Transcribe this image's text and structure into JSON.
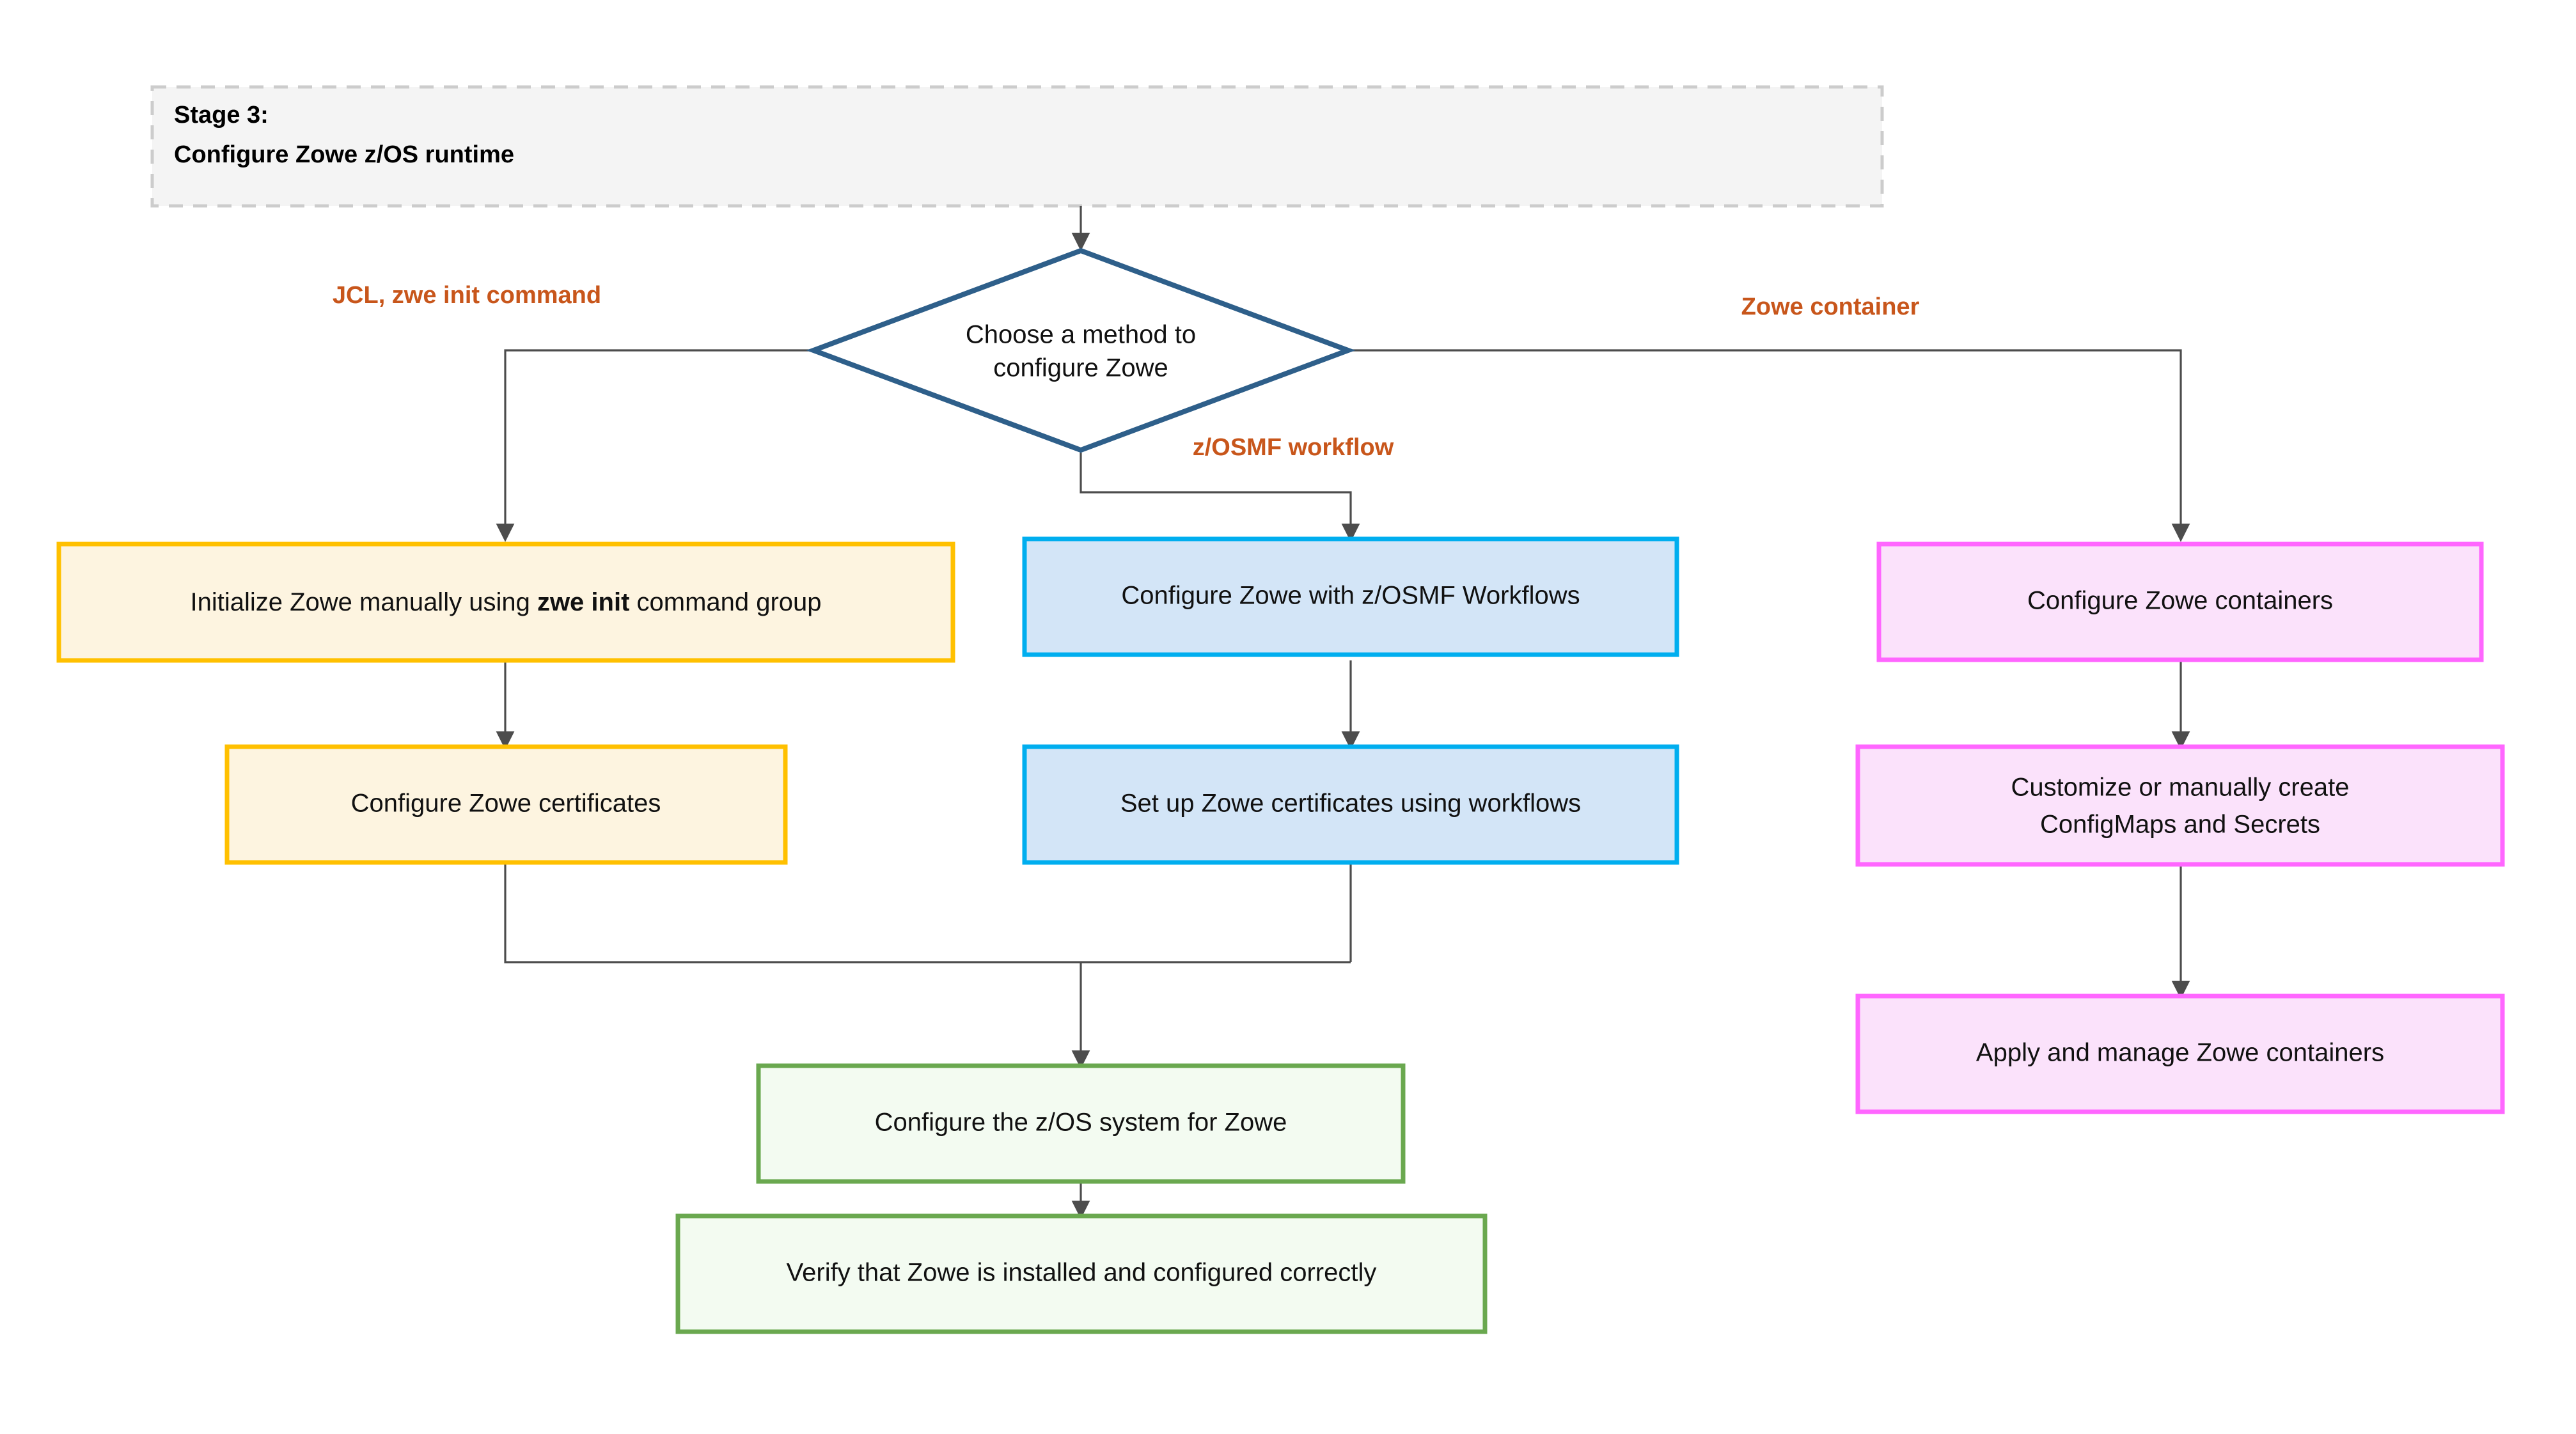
{
  "diagram": {
    "title_block": {
      "line1": "Stage 3:",
      "line2": "Configure Zowe z/OS runtime",
      "fill": "#F4F4F4",
      "border": "#CCCCCC"
    },
    "decision": {
      "line1": "Choose a method to",
      "line2": "configure Zowe",
      "border": "#2E5F8A",
      "fill": "#FFFFFF"
    },
    "edge_labels": {
      "left": "JCL, zwe init command",
      "middle": "z/OSMF workflow",
      "right": "Zowe container",
      "color": "#C8561B"
    },
    "colors": {
      "yellow_border": "#FFC000",
      "yellow_fill": "#FDF4E0",
      "blue_border": "#00AEEF",
      "blue_fill": "#D3E5F7",
      "pink_border": "#FF66FF",
      "pink_fill": "#FBE2FB",
      "green_border": "#6AA84F",
      "green_fill": "#F3FBF1",
      "connector": "#4D4D4D"
    },
    "nodes": {
      "jcl_init": {
        "text_pre": "Initialize Zowe manually using ",
        "text_bold": "zwe init",
        "text_post": " command group"
      },
      "jcl_certs": {
        "line1": "Configure Zowe certificates"
      },
      "wf_configure": {
        "line1": "Configure Zowe with z/OSMF Workflows"
      },
      "wf_certs": {
        "line1": "Set up Zowe certificates using workflows"
      },
      "container_configure": {
        "line1": "Configure Zowe containers"
      },
      "container_configmaps": {
        "line1": "Customize or manually create",
        "line2": "ConfigMaps and Secrets"
      },
      "container_apply": {
        "line1": "Apply and manage Zowe containers"
      },
      "zos_system": {
        "line1": "Configure the z/OS system for Zowe"
      },
      "verify": {
        "line1": "Verify that Zowe is installed and configured correctly"
      }
    }
  }
}
